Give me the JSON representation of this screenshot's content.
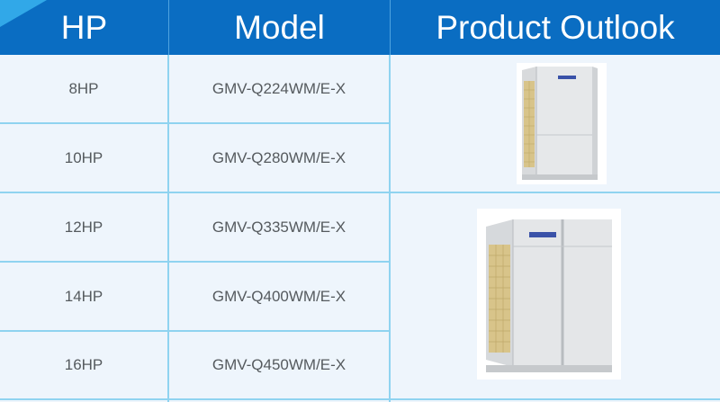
{
  "table": {
    "headers": {
      "hp": "HP",
      "model": "Model",
      "outlook": "Product Outlook"
    },
    "rows": [
      {
        "hp": "8HP",
        "model": "GMV-Q224WM/E-X"
      },
      {
        "hp": "10HP",
        "model": "GMV-Q280WM/E-X"
      },
      {
        "hp": "12HP",
        "model": "GMV-Q335WM/E-X"
      },
      {
        "hp": "14HP",
        "model": "GMV-Q400WM/E-X"
      },
      {
        "hp": "16HP",
        "model": "GMV-Q450WM/E-X"
      }
    ],
    "images": [
      {
        "icon": "single-fan-outdoor-unit-icon",
        "rows": "8HP-10HP"
      },
      {
        "icon": "double-fan-outdoor-unit-icon",
        "rows": "12HP-16HP"
      }
    ]
  },
  "colors": {
    "header_bg": "#0a6dc2",
    "header_accent": "#31a8e8",
    "grid_line": "#8fd3f0",
    "cell_bg": "#eef5fc",
    "cell_text": "#555a5e"
  }
}
